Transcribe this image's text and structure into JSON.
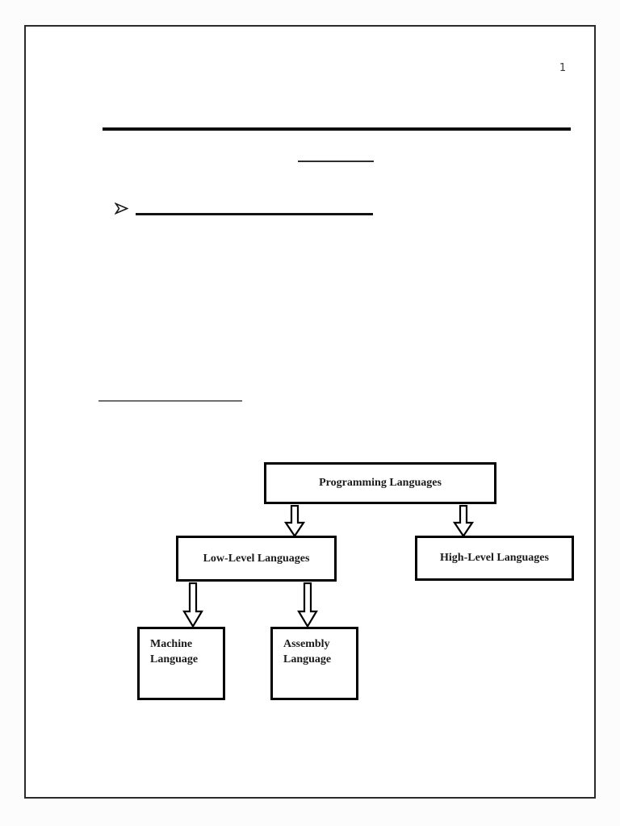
{
  "page": {
    "number": "1",
    "background": "#ffffff",
    "border_color": "#2b2b2b"
  },
  "rules": {
    "title_rule_color": "#0f0f0f",
    "subtitle_underline_color": "#2e2e2e",
    "bullet_underline_color": "#121212",
    "section_underline_color": "#6f6f6f"
  },
  "bullet": {
    "icon": "arrowhead-bullet-icon",
    "glyph": "➢"
  },
  "diagram": {
    "root_label": "Programming Languages",
    "low_label": "Low-Level Languages",
    "high_label": "High-Level Languages",
    "machine_label": "Machine Language",
    "assembly_label": "Assembly Language",
    "hierarchy": {
      "Programming Languages": [
        "Low-Level Languages",
        "High-Level Languages"
      ],
      "Low-Level Languages": [
        "Machine Language",
        "Assembly Language"
      ]
    },
    "connector_icon": "down-block-arrow-icon",
    "box_border_color": "#000000",
    "text_color": "#1a1a1a"
  }
}
